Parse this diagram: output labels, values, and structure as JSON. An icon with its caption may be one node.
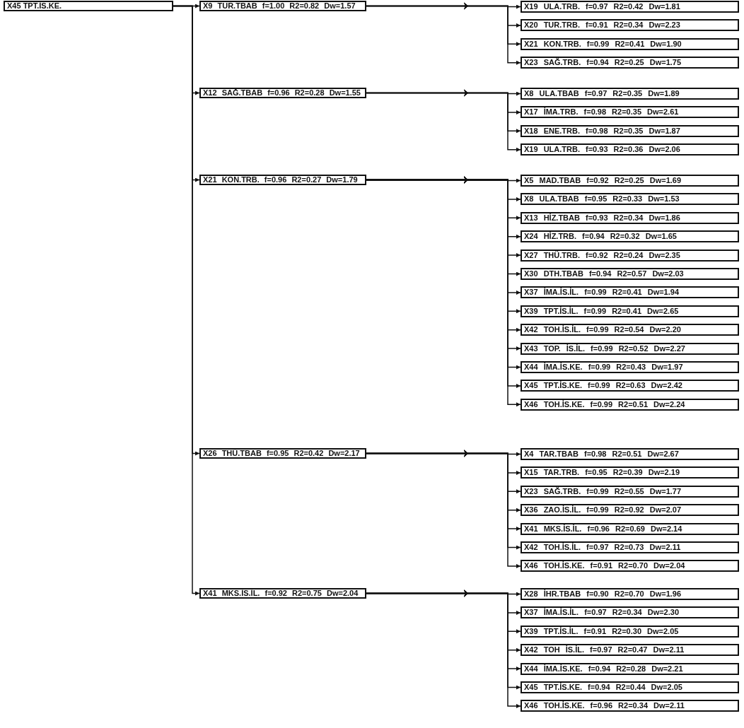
{
  "diagram": {
    "nodes": [
      {
        "text": [
          "X45 TPT.İS.KE."
        ]
      },
      {
        "text": [
          "X9 TUR.TBAB f=1.00 R2=0.82 Dw=1.57"
        ]
      },
      {
        "text": [
          "X19 ULA.TRB. f=0.97 R2=0.42 Dw=1.81"
        ]
      },
      {
        "text": [
          "X20 TUR.TRB. f=0.91 R2=0.34 Dw=2.23"
        ]
      },
      {
        "text": [
          "X21 KON.TRB. f=0.99 R2=0.41 Dw=1.90"
        ]
      },
      {
        "text": [
          "X23 SAĞ.TRB. f=0.94 R2=0.25 Dw=1.75"
        ]
      },
      {
        "text": [
          "X12 SAĞ.TBAB f=0.96 R2=0.28 Dw=1.55"
        ]
      },
      {
        "text": [
          "X8 ULA.TBAB f=0.97 R2=0.35 Dw=1.89"
        ]
      },
      {
        "text": [
          "X17 İMA.TRB. f=0.98 R2=0.35 Dw=2.61"
        ]
      },
      {
        "text": [
          "X18 ENE.TRB. f=0.98 R2=0.35 Dw=1.87"
        ]
      },
      {
        "text": [
          "X19 ULA.TRB. f=0.93 R2=0.36 Dw=2.06"
        ]
      },
      {
        "text": [
          "X21 KON.TRB. f=0.96 R2=0.27 Dw=1.79"
        ]
      },
      {
        "text": [
          "X5 MAD.TBAB f=0.92 R2=0.25 Dw=1.69"
        ]
      },
      {
        "text": [
          "X8 ULA.TBAB f=0.95 R2=0.33 Dw=1.53"
        ]
      },
      {
        "text": [
          "X13 HİZ.TBAB f=0.93 R2=0.34 Dw=1.86"
        ]
      },
      {
        "text": [
          "X24 HİZ.TRB. f=0.94 R2=0.32 Dw=1.65"
        ]
      },
      {
        "text": [
          "X27 THÜ.TRB. f=0.92 R2=0.24 Dw=2.35"
        ]
      },
      {
        "text": [
          "X30 DTH.TBAB f=0.94 R2=0.57 Dw=2.03"
        ]
      },
      {
        "text": [
          "X37 İMA.İS.İL. f=0.99 R2=0.41 Dw=1.94"
        ]
      },
      {
        "text": [
          "X39 TPT.İS.İL. f=0.99 R2=0.41 Dw=2.65"
        ]
      },
      {
        "text": [
          "X42 TOH.İS.İL. f=0.99 R2=0.54 Dw=2.20"
        ]
      },
      {
        "text": [
          "X43 TOP. İS.İL. f=0.99 R2=0.52 Dw=2.27"
        ]
      },
      {
        "text": [
          "X44 İMA.İS.KE. f=0.99 R2=0.43 Dw=1.97"
        ]
      },
      {
        "text": [
          "X45 TPT.İS.KE. f=0.99 R2=0.63 Dw=2.42"
        ]
      },
      {
        "text": [
          "X46 TOH.İS.KE. f=0.99 R2=0.51 Dw=2.24"
        ]
      },
      {
        "text": [
          "X26 THÜ.TBAB f=0.95 R2=0.42 Dw=2.17"
        ]
      },
      {
        "text": [
          "X4 TAR.TBAB f=0.98 R2=0.51 Dw=2.67"
        ]
      },
      {
        "text": [
          "X15 TAR.TRB. f=0.95 R2=0.39 Dw=2.19"
        ]
      },
      {
        "text": [
          "X23 SAĞ.TRB. f=0.99 R2=0.55 Dw=1.77"
        ]
      },
      {
        "text": [
          "X36 ZAO.İS.İL. f=0.99 R2=0.92 Dw=2.07"
        ]
      },
      {
        "text": [
          "X41 MKS.İS.İL. f=0.96 R2=0.69 Dw=2.14"
        ]
      },
      {
        "text": [
          "X42 TOH.İS.İL. f=0.97 R2=0.73 Dw=2.11"
        ]
      },
      {
        "text": [
          "X46 TOH.İS.KE. f=0.91 R2=0.70 Dw=2.04"
        ]
      },
      {
        "text": [
          "X41 MKS.İS.İL. f=0.92 R2=0.75 Dw=2.04"
        ]
      },
      {
        "text": [
          "X28 İHR.TBAB f=0.90 R2=0.70 Dw=1.96"
        ]
      },
      {
        "text": [
          "X37 İMA.İS.İL. f=0.97 R2=0.34 Dw=2.30"
        ]
      },
      {
        "text": [
          "X39 TPT.İS.İL. f=0.91 R2=0.30 Dw=2.05"
        ]
      },
      {
        "text": [
          "X42 TOH İS.İL. f=0.97 R2=0.47 Dw=2.11"
        ]
      },
      {
        "text": [
          "X44 İMA.İS.KE. f=0.94 R2=0.28 Dw=2.21"
        ]
      },
      {
        "text": [
          "X45 TPT.İS.KE. f=0.94 R2=0.44 Dw=2.05"
        ]
      },
      {
        "text": [
          "X46 TOH.İS.KE. f=0.96 R2=0.34 Dw=2.11"
        ]
      }
    ],
    "edges": [
      {
        "from": 0,
        "to": 1,
        "arrow": "to"
      },
      {
        "from": 0,
        "to": 6,
        "arrow": "to"
      },
      {
        "from": 0,
        "to": 11,
        "arrow": "to"
      },
      {
        "from": 0,
        "to": 25,
        "arrow": "to"
      },
      {
        "from": 0,
        "to": 33,
        "arrow": "to"
      },
      {
        "from": 1,
        "to": 2,
        "arrow": "to"
      },
      {
        "from": 1,
        "to": 3,
        "arrow": "to"
      },
      {
        "from": 1,
        "to": 4,
        "arrow": "to"
      },
      {
        "from": 1,
        "to": 5,
        "arrow": "to"
      },
      {
        "from": 6,
        "to": 7,
        "arrow": "to"
      },
      {
        "from": 6,
        "to": 8,
        "arrow": "to"
      },
      {
        "from": 6,
        "to": 9,
        "arrow": "to"
      },
      {
        "from": 6,
        "to": 10,
        "arrow": "to"
      },
      {
        "from": 11,
        "to": 12,
        "arrow": "to"
      },
      {
        "from": 11,
        "to": 13,
        "arrow": "to"
      },
      {
        "from": 11,
        "to": 14,
        "arrow": "to"
      },
      {
        "from": 11,
        "to": 15,
        "arrow": "to"
      },
      {
        "from": 11,
        "to": 16,
        "arrow": "to"
      },
      {
        "from": 11,
        "to": 17,
        "arrow": "to"
      },
      {
        "from": 11,
        "to": 18,
        "arrow": "to"
      },
      {
        "from": 11,
        "to": 19,
        "arrow": "to"
      },
      {
        "from": 11,
        "to": 20,
        "arrow": "to"
      },
      {
        "from": 11,
        "to": 21,
        "arrow": "to"
      },
      {
        "from": 11,
        "to": 22,
        "arrow": "to"
      },
      {
        "from": 11,
        "to": 23,
        "arrow": "to"
      },
      {
        "from": 11,
        "to": 24,
        "arrow": "to"
      },
      {
        "from": 25,
        "to": 26,
        "arrow": "to"
      },
      {
        "from": 25,
        "to": 27,
        "arrow": "to"
      },
      {
        "from": 25,
        "to": 28,
        "arrow": "to"
      },
      {
        "from": 25,
        "to": 29,
        "arrow": "to"
      },
      {
        "from": 25,
        "to": 30,
        "arrow": "to"
      },
      {
        "from": 25,
        "to": 31,
        "arrow": "to"
      },
      {
        "from": 25,
        "to": 32,
        "arrow": "to"
      },
      {
        "from": 33,
        "to": 34,
        "arrow": "to"
      },
      {
        "from": 33,
        "to": 35,
        "arrow": "to"
      },
      {
        "from": 33,
        "to": 36,
        "arrow": "to"
      },
      {
        "from": 33,
        "to": 37,
        "arrow": "to"
      },
      {
        "from": 33,
        "to": 38,
        "arrow": "to"
      },
      {
        "from": 33,
        "to": 39,
        "arrow": "to"
      },
      {
        "from": 33,
        "to": 40,
        "arrow": "to"
      }
    ]
  }
}
